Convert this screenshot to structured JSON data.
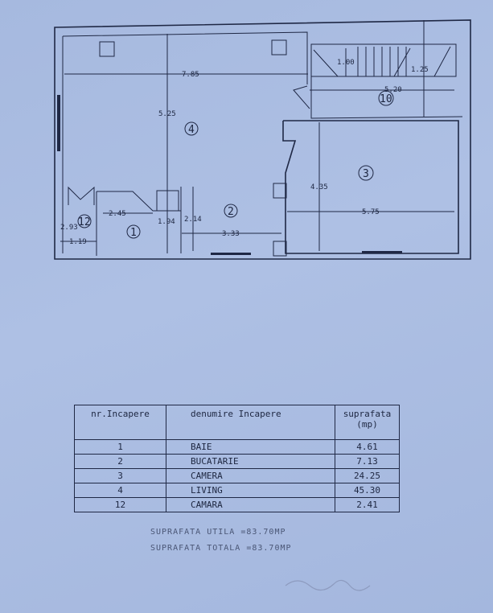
{
  "plan": {
    "rooms": {
      "r1": "1",
      "r2": "2",
      "r3": "3",
      "r4": "4",
      "r10": "10",
      "r12": "12"
    },
    "dims": {
      "d785": "7.85",
      "d525": "5.25",
      "d520": "5.20",
      "d435": "4.35",
      "d575": "5.75",
      "d245": "2.45",
      "d194": "1.94",
      "d214": "2.14",
      "d333": "3.33",
      "d293": "2.93",
      "d119": "1.19",
      "d100": "1.00",
      "d125": "1.25"
    }
  },
  "table": {
    "headers": [
      "nr.Incapere",
      "denumire Incapere",
      "suprafata (mp)"
    ],
    "rows": [
      [
        "1",
        "BAIE",
        "4.61"
      ],
      [
        "2",
        "BUCATARIE",
        "7.13"
      ],
      [
        "3",
        "CAMERA",
        "24.25"
      ],
      [
        "4",
        "LIVING",
        "45.30"
      ],
      [
        "12",
        "CAMARA",
        "2.41"
      ]
    ]
  },
  "totals": {
    "utila": "SUPRAFATA UTILA =83.70MP",
    "totala": "SUPRAFATA TOTALA =83.70MP"
  }
}
